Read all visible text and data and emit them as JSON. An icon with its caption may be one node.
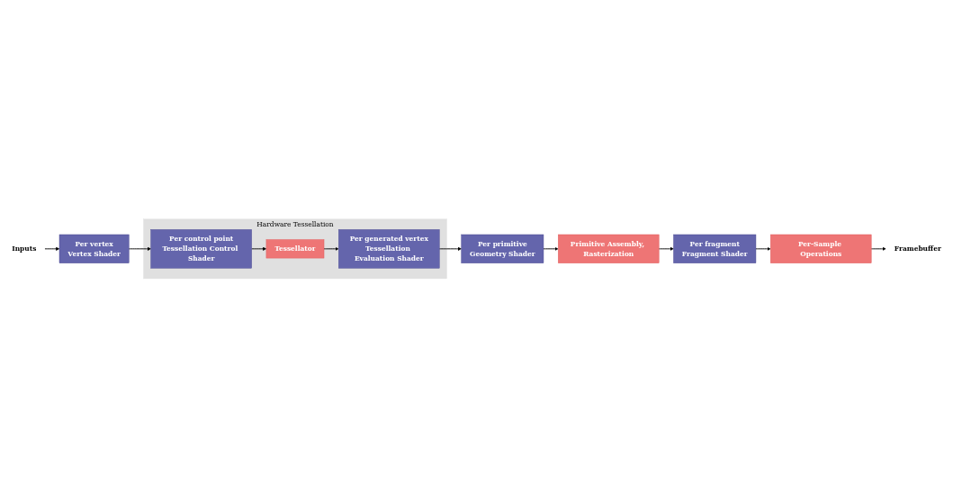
{
  "diagram": {
    "nodes": [
      {
        "text": [
          "Inputs"
        ]
      },
      {
        "text": [
          "Per vertex",
          "Vertex Shader"
        ]
      },
      {
        "text": [
          "Hardware Tessellation"
        ]
      },
      {
        "text": [
          "Per control point",
          "Tessellation Control Shader"
        ],
        "in": 2
      },
      {
        "text": [
          "Tessellator"
        ],
        "in": 2
      },
      {
        "text": [
          "Per generated vertex",
          "Tessellation Evaluation Shader"
        ],
        "in": 2
      },
      {
        "text": [
          "Per primitive",
          "Geometry Shader"
        ]
      },
      {
        "text": [
          "Primitive Assembly, Rasterization"
        ]
      },
      {
        "text": [
          "Per fragment",
          "Fragment Shader"
        ]
      },
      {
        "text": [
          "Per-Sample Operations"
        ]
      },
      {
        "text": [
          "Framebuffer"
        ]
      }
    ],
    "edges": [
      {
        "from": 0,
        "to": 1,
        "arrow": "to"
      },
      {
        "from": 1,
        "to": 3,
        "arrow": "to"
      },
      {
        "from": 3,
        "to": 4,
        "arrow": "to"
      },
      {
        "from": 4,
        "to": 5,
        "arrow": "to"
      },
      {
        "from": 5,
        "to": 6,
        "arrow": "to"
      },
      {
        "from": 6,
        "to": 7,
        "arrow": "to"
      },
      {
        "from": 7,
        "to": 8,
        "arrow": "to"
      },
      {
        "from": 8,
        "to": 9,
        "arrow": "to"
      },
      {
        "from": 9,
        "to": 10,
        "arrow": "to"
      }
    ]
  }
}
